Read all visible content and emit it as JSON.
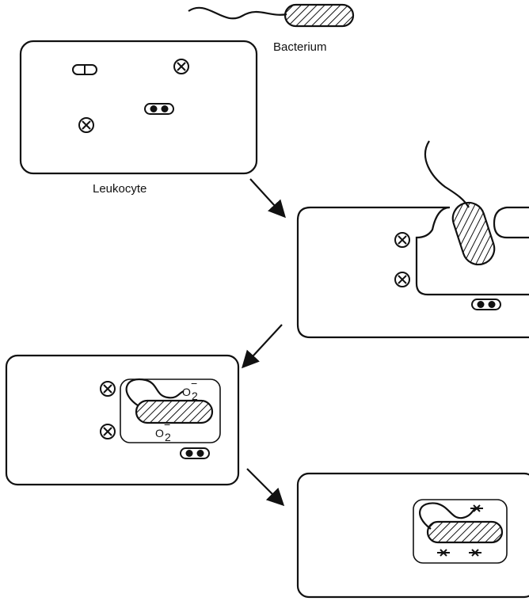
{
  "labels": {
    "bacterium": "Bacterium",
    "leukocyte": "Leukocyte",
    "superoxide": "O",
    "superoxide_sub": "2",
    "superoxide_sup": "−"
  },
  "colors": {
    "ink": "#111111",
    "background": "#ffffff"
  },
  "icons": {
    "granule": "circled-x-granule",
    "nadph_oxidase": "oxidase-complex",
    "hatching": "diagonal-hatch"
  }
}
